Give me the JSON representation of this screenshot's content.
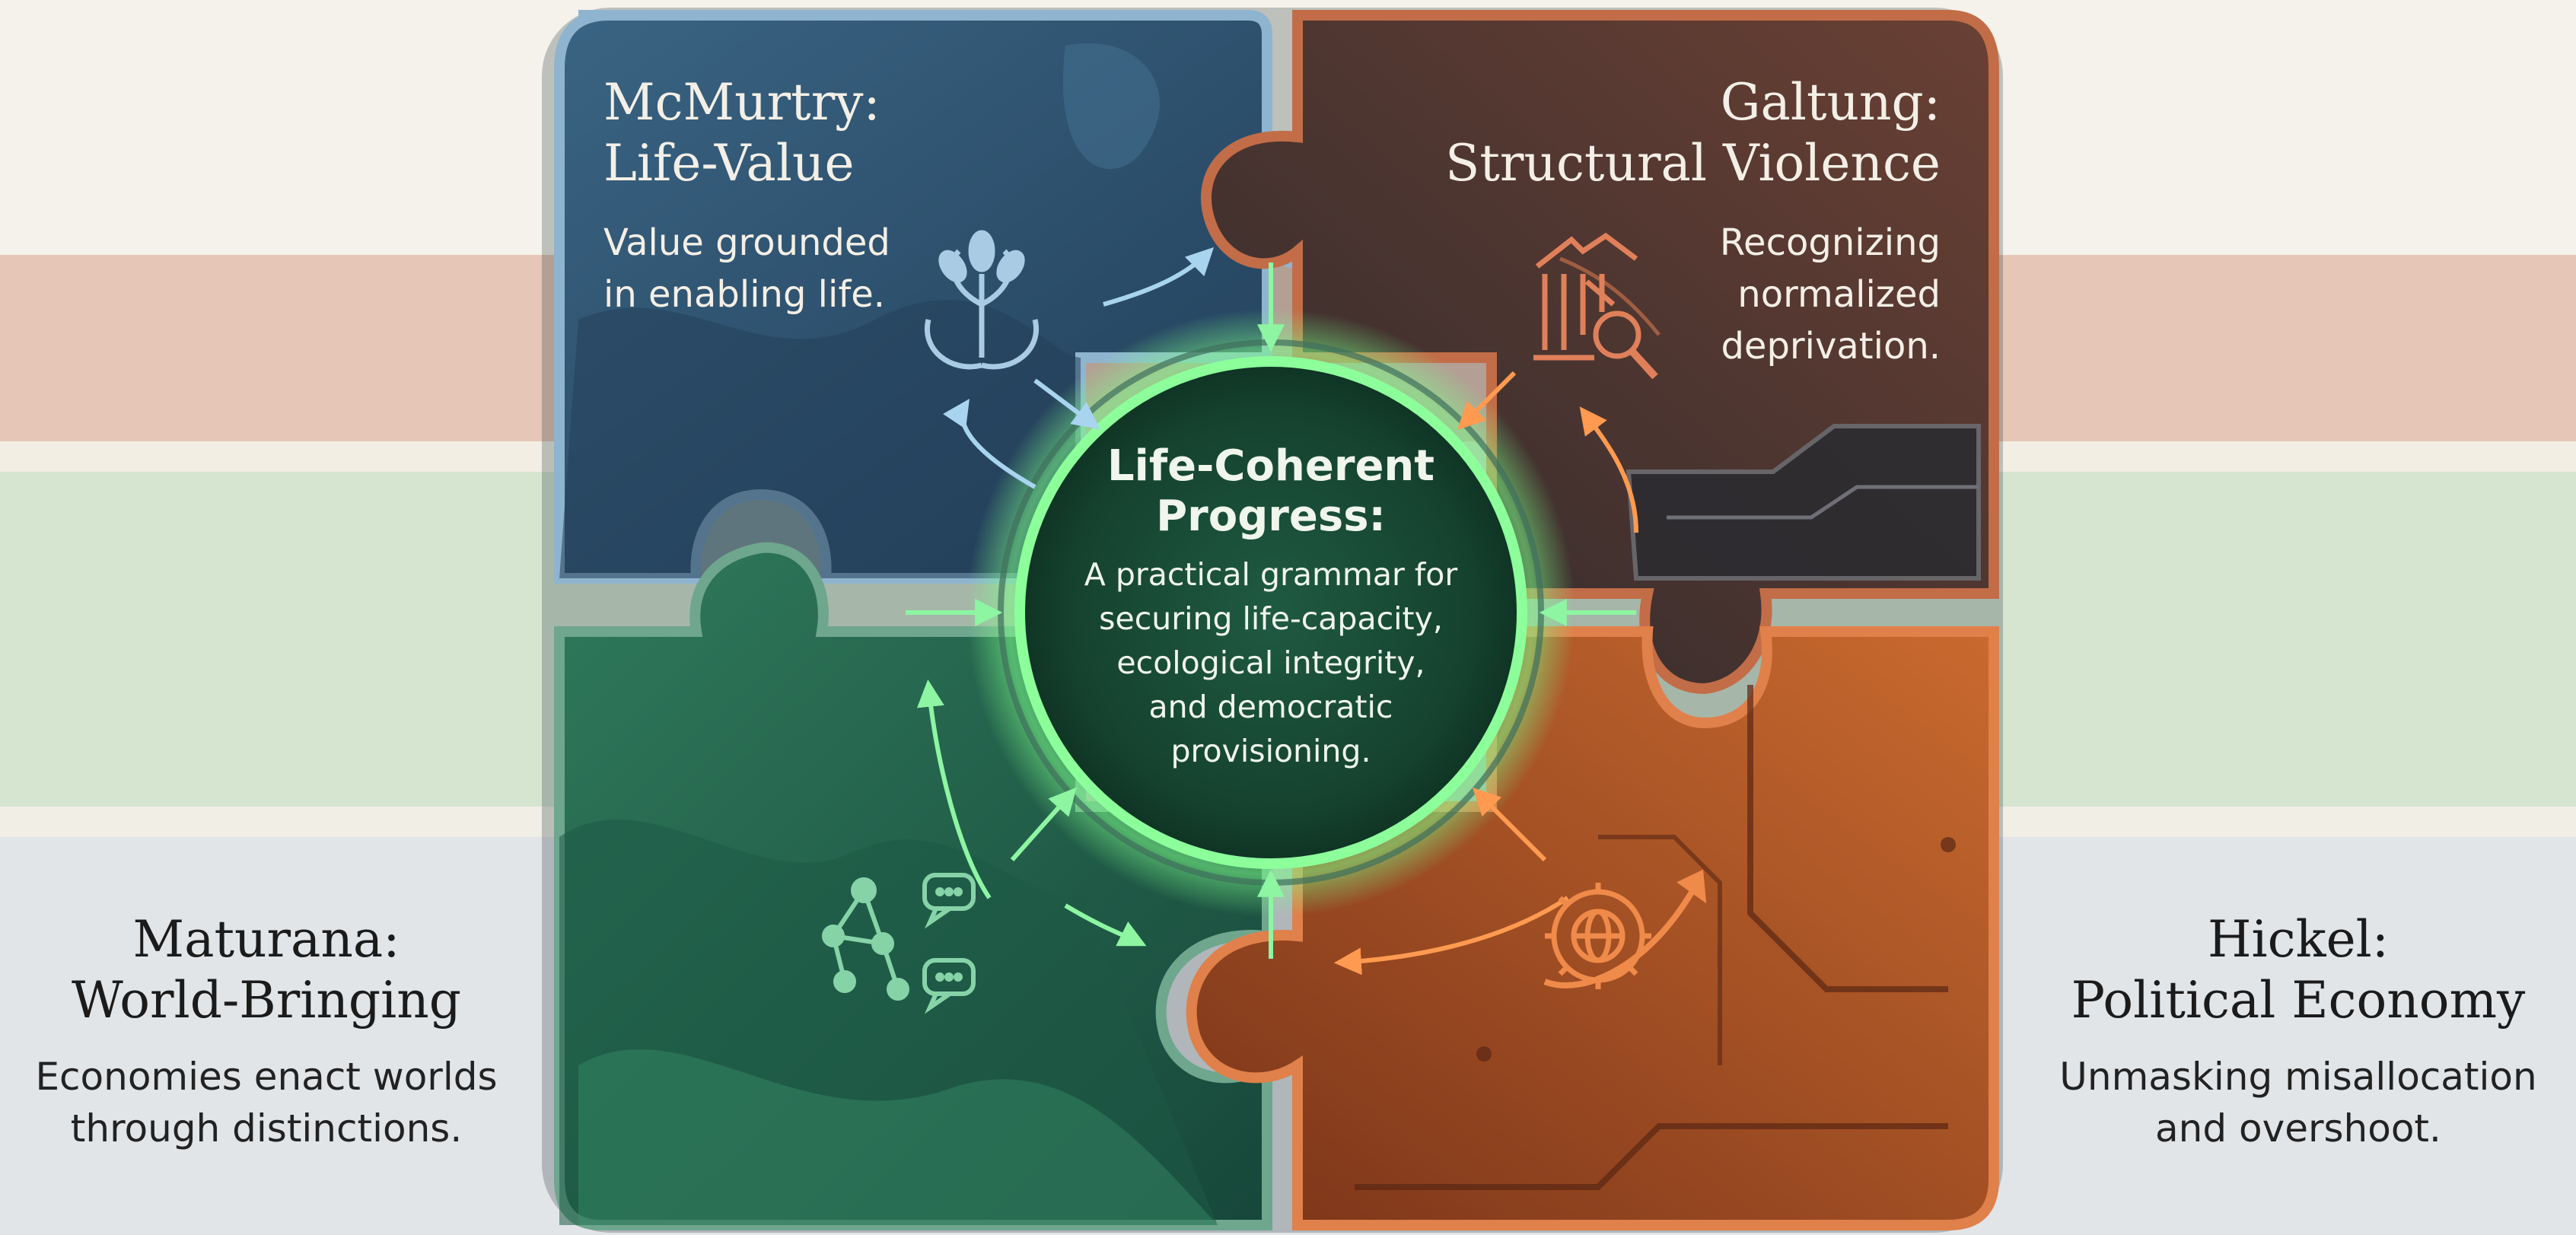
{
  "center": {
    "title_line1": "Life-Coherent",
    "title_line2": "Progress:",
    "desc_lines": [
      "A practical grammar for",
      "securing life-capacity,",
      "ecological integrity,",
      "and democratic",
      "provisioning."
    ]
  },
  "quadrants": {
    "mcmurtry": {
      "title_line1": "McMurtry:",
      "title_line2": "Life-Value",
      "desc_line1": "Value grounded",
      "desc_line2": "in enabling life.",
      "icon": "tree-hands-icon",
      "color": "#2f5573"
    },
    "galtung": {
      "title_line1": "Galtung:",
      "title_line2": "Structural Violence",
      "desc_line1": "Recognizing",
      "desc_line2": "normalized",
      "desc_line3": "deprivation.",
      "icon": "broken-building-magnifier-icon",
      "color": "#5a3a30"
    },
    "maturana": {
      "title_line1": "Maturana:",
      "title_line2": "World-Bringing",
      "desc_line1": "Economies enact worlds",
      "desc_line2": "through distinctions.",
      "icon": "network-speech-icon",
      "color": "#2c6b57"
    },
    "hickel": {
      "title_line1": "Hickel:",
      "title_line2": "Political Economy",
      "desc_line1": "Unmasking misallocation",
      "desc_line2": "and overshoot.",
      "icon": "gear-globe-arrow-icon",
      "color": "#b85a28"
    }
  },
  "colors": {
    "blue": "#2f5573",
    "brown": "#5a3a30",
    "green": "#2c6b57",
    "orange": "#b85a28",
    "glow": "#7dff8a"
  }
}
